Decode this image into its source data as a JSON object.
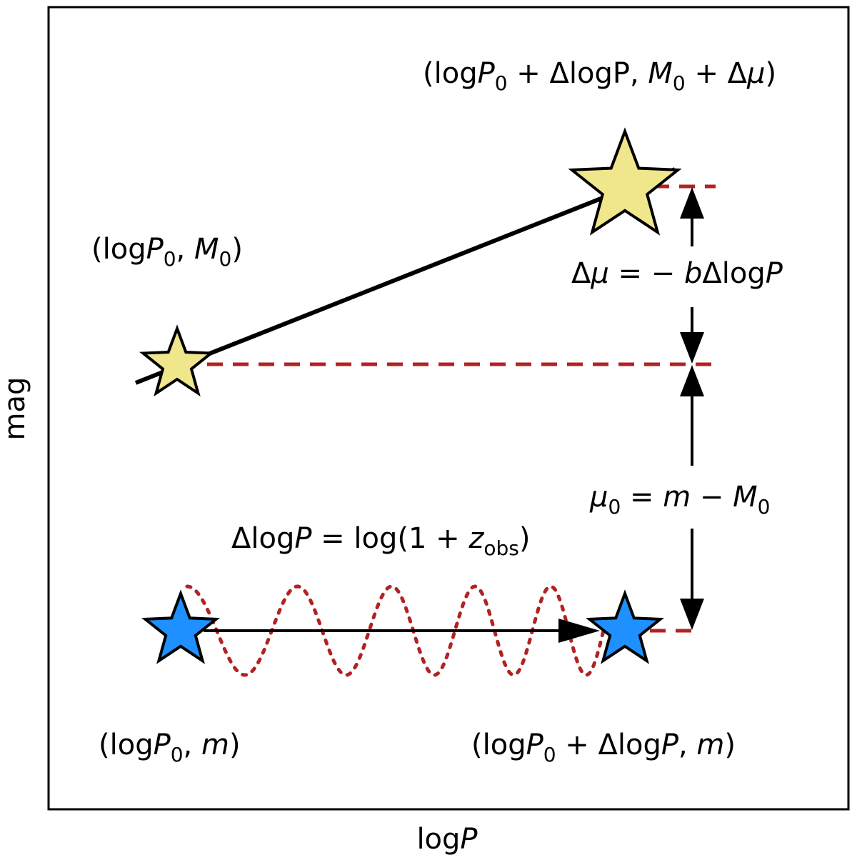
{
  "axes": {
    "xlabel": {
      "text": "log",
      "italic": "P"
    },
    "ylabel": "mag"
  },
  "colors": {
    "frame": "#000000",
    "guide": "#b22222",
    "line": "#000000",
    "star_yellow": "#f0e68c",
    "star_blue": "#1e90ff"
  },
  "points": {
    "origin_abs": {
      "parts": [
        [
          "(log",
          ""
        ],
        [
          "P",
          "it"
        ],
        [
          "0",
          "sub"
        ],
        [
          ", ",
          ""
        ],
        [
          "M",
          "it"
        ],
        [
          "0",
          "sub"
        ],
        [
          ")",
          ""
        ]
      ]
    },
    "shifted_abs": {
      "parts": [
        [
          "(log",
          ""
        ],
        [
          "P",
          "it"
        ],
        [
          "0",
          "sub"
        ],
        [
          " + ΔlogP",
          ""
        ],
        [
          "",
          ""
        ],
        [
          ", ",
          ""
        ],
        [
          "M",
          "it"
        ],
        [
          "0",
          "sub"
        ],
        [
          " + Δ",
          ""
        ],
        [
          "μ",
          "it"
        ],
        [
          ")",
          ""
        ]
      ]
    },
    "origin_app": {
      "parts": [
        [
          "(log",
          ""
        ],
        [
          "P",
          "it"
        ],
        [
          "0",
          "sub"
        ],
        [
          ", ",
          ""
        ],
        [
          "m",
          "it"
        ],
        [
          ")",
          ""
        ]
      ]
    },
    "shifted_app": {
      "parts": [
        [
          "(log",
          ""
        ],
        [
          "P",
          "it"
        ],
        [
          "0",
          "sub"
        ],
        [
          " + Δlog",
          ""
        ],
        [
          "P",
          "it"
        ],
        [
          ", ",
          ""
        ],
        [
          "m",
          "it"
        ],
        [
          ")",
          ""
        ]
      ]
    }
  },
  "equations": {
    "delta_mu": {
      "parts": [
        [
          "Δ",
          ""
        ],
        [
          "μ",
          "it"
        ],
        [
          " = − ",
          ""
        ],
        [
          "b",
          "it"
        ],
        [
          "Δlog",
          ""
        ],
        [
          "P",
          "it"
        ]
      ]
    },
    "mu0": {
      "parts": [
        [
          "μ",
          "it"
        ],
        [
          "0",
          "sub"
        ],
        [
          " = ",
          ""
        ],
        [
          "m",
          "it"
        ],
        [
          " − ",
          ""
        ],
        [
          "M",
          "it"
        ],
        [
          "0",
          "sub"
        ]
      ]
    },
    "delta_logp": {
      "parts": [
        [
          "Δlog",
          ""
        ],
        [
          "P",
          "it"
        ],
        [
          " = log(1 + ",
          ""
        ],
        [
          "z",
          "it"
        ],
        [
          "obs",
          "sub"
        ],
        [
          ")",
          ""
        ]
      ]
    }
  }
}
